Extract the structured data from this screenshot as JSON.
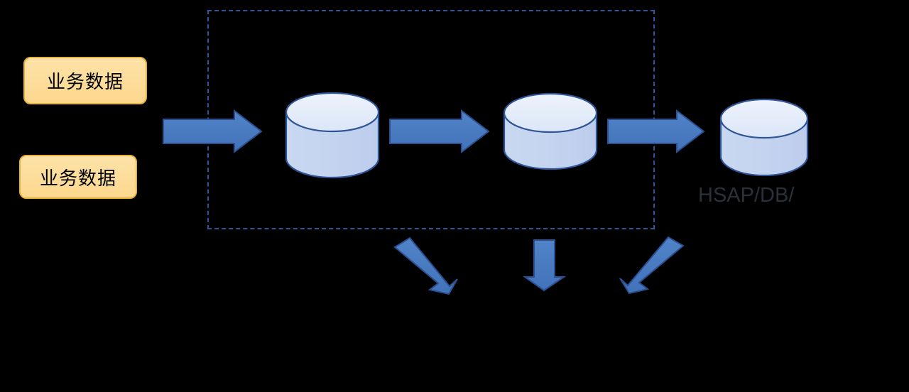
{
  "diagram": {
    "title": "",
    "background_color": "#000000",
    "sources": [
      {
        "label": "业务数据",
        "name": "business-data-1"
      },
      {
        "label": "业务数据",
        "name": "business-data-2"
      }
    ],
    "boundary": {
      "name": "pipeline-boundary",
      "style": "dashed",
      "color": "#2f5597",
      "label": ""
    },
    "stores": [
      {
        "label": "",
        "name": "database-cylinder-1"
      },
      {
        "label": "",
        "name": "database-cylinder-2"
      },
      {
        "label": "HSAP/DB/",
        "name": "database-cylinder-3"
      }
    ],
    "labels": {
      "hsap_db": "HSAP/DB/"
    },
    "flow_arrows": [
      {
        "name": "arrow-source-to-store-1",
        "direction": "right"
      },
      {
        "name": "arrow-store-1-to-store-2",
        "direction": "right"
      },
      {
        "name": "arrow-store-2-to-store-3",
        "direction": "right"
      },
      {
        "name": "arrow-output-left",
        "direction": "down-right"
      },
      {
        "name": "arrow-output-center",
        "direction": "down"
      },
      {
        "name": "arrow-output-right",
        "direction": "down-left"
      }
    ],
    "colors": {
      "arrow_fill": "#4a7ec4",
      "arrow_stroke": "#2b4f8f",
      "cylinder_fill_top": "#e4ecf9",
      "cylinder_fill_body": "#c3d3ee",
      "cylinder_stroke": "#2f5597",
      "box_fill": "#fcd88d",
      "box_stroke": "#e8b33c",
      "dashed_border": "#2f5597",
      "label_text": "#2b3138",
      "background": "#000000"
    }
  }
}
